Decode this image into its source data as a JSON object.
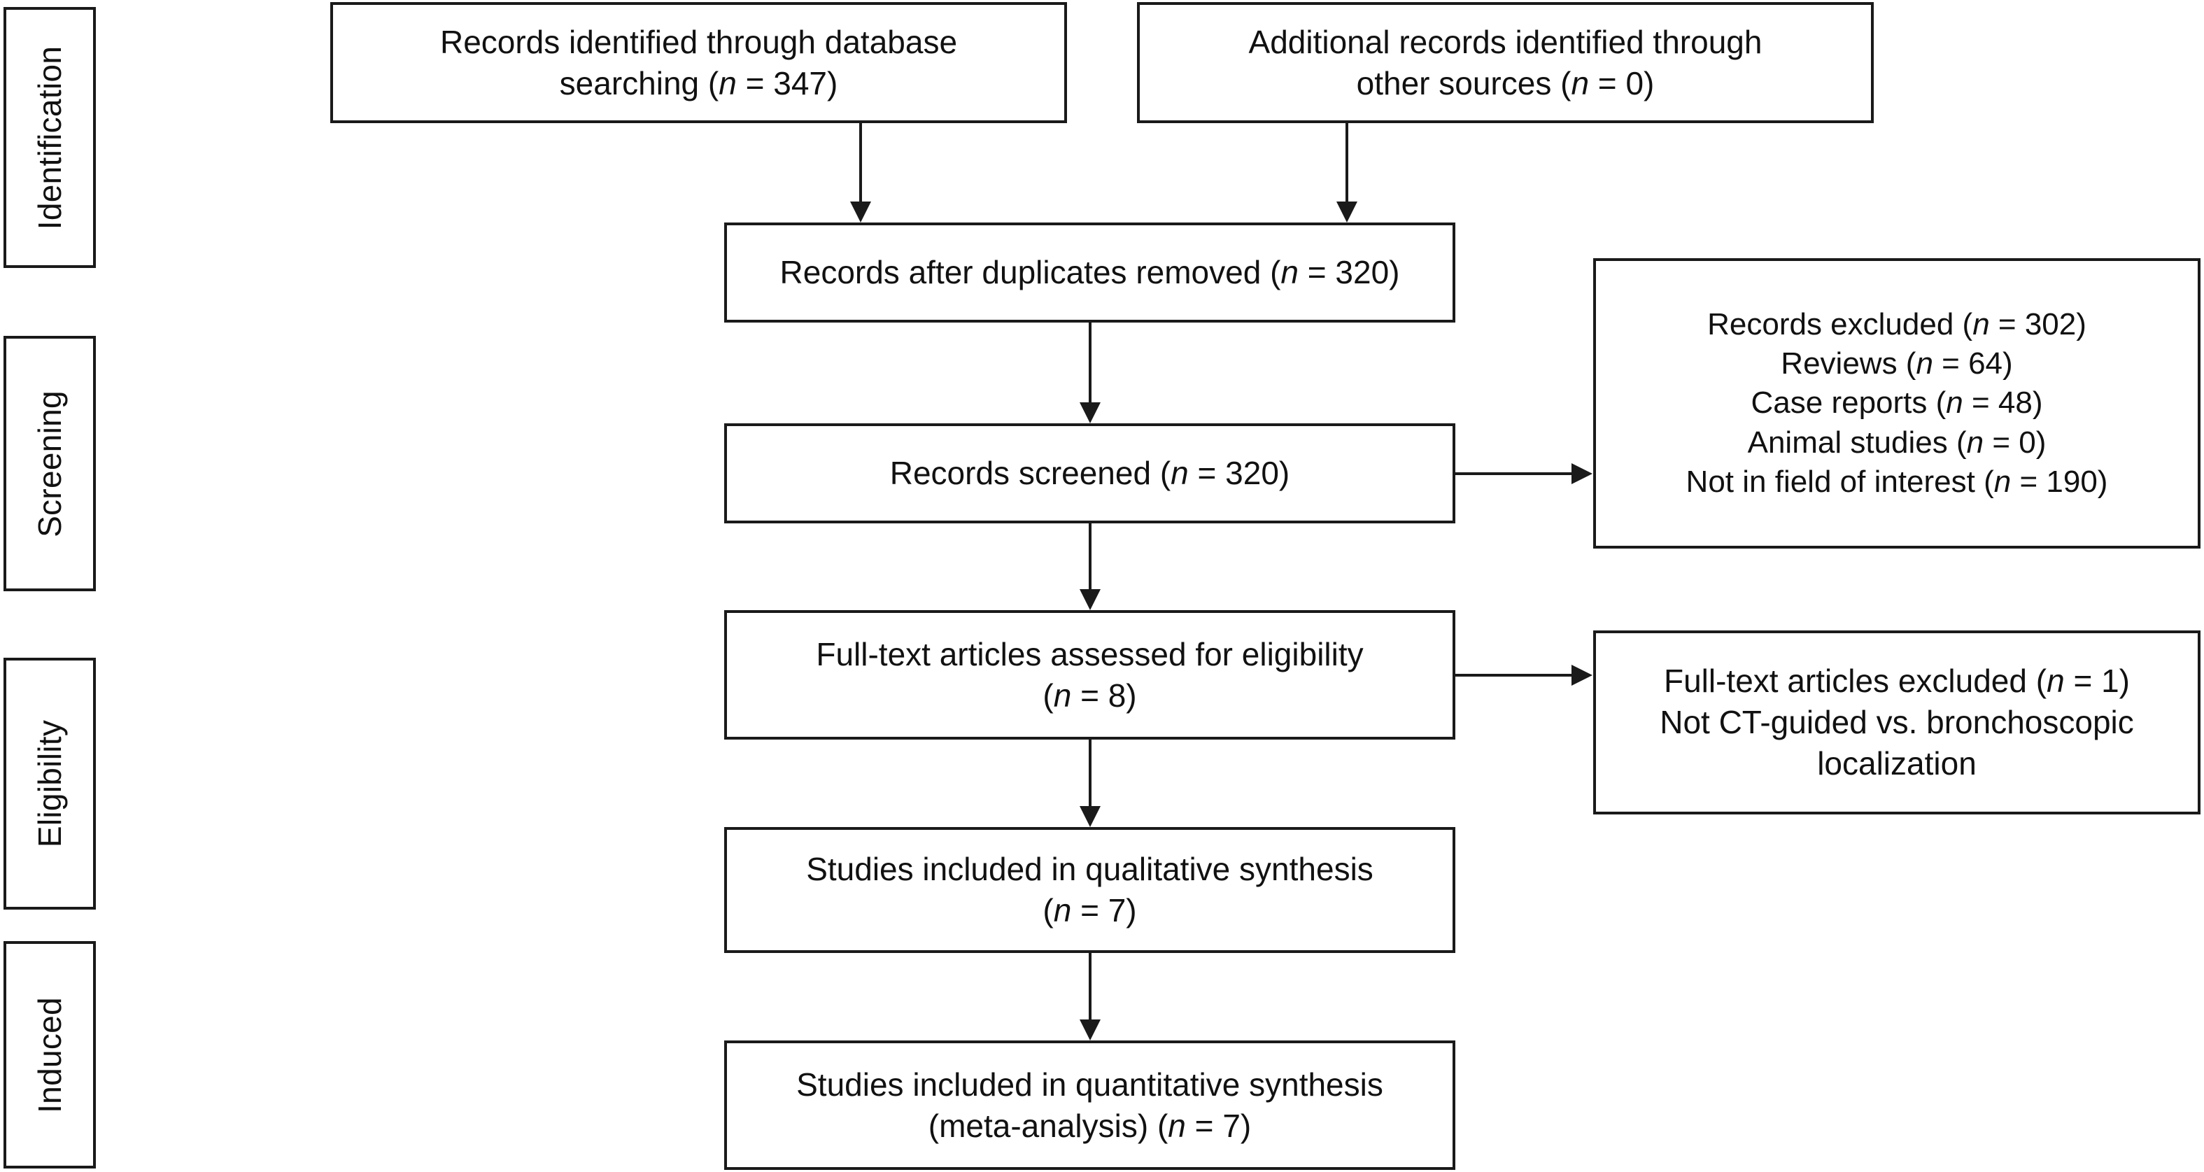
{
  "diagram": {
    "title": "PRISMA study selection flow diagram",
    "colors": {
      "stroke": "#1a1a1a",
      "background": "#ffffff",
      "text": "#111111"
    },
    "stages": [
      {
        "id": "identification",
        "label": "Identification"
      },
      {
        "id": "screening",
        "label": "Screening"
      },
      {
        "id": "eligibility",
        "label": "Eligibility"
      },
      {
        "id": "induced",
        "label": "Induced"
      }
    ],
    "nodes": {
      "database_search": {
        "line1": "Records identified through database",
        "line2_pre": "searching (",
        "line2_n": "n",
        "line2_post": " = 347)"
      },
      "other_sources": {
        "line1": "Additional records identified through",
        "line2_pre": "other sources (",
        "line2_n": "n",
        "line2_post": " = 0)"
      },
      "duplicates_removed": {
        "line1_pre": "Records after duplicates removed (",
        "line1_n": "n",
        "line1_post": " = 320)"
      },
      "records_screened": {
        "line1_pre": "Records screened (",
        "line1_n": "n",
        "line1_post": " = 320)"
      },
      "records_excluded": {
        "l1_pre": "Records excluded (",
        "l1_n": "n",
        "l1_post": " = 302)",
        "l2_pre": "Reviews (",
        "l2_n": "n",
        "l2_post": " = 64)",
        "l3_pre": "Case reports (",
        "l3_n": "n",
        "l3_post": " = 48)",
        "l4_pre": "Animal studies (",
        "l4_n": "n",
        "l4_post": " = 0)",
        "l5_pre": "Not in field of interest (",
        "l5_n": "n",
        "l5_post": " = 190)"
      },
      "fulltext_assessed": {
        "line1": "Full-text articles assessed for eligibility",
        "line2_pre": "(",
        "line2_n": "n",
        "line2_post": " = 8)"
      },
      "fulltext_excluded": {
        "l1_pre": "Full-text articles excluded (",
        "l1_n": "n",
        "l1_post": " = 1)",
        "l2": "Not CT-guided vs. bronchoscopic",
        "l3": "localization"
      },
      "qualitative_synthesis": {
        "line1": "Studies included in qualitative synthesis",
        "line2_pre": "(",
        "line2_n": "n",
        "line2_post": " = 7)"
      },
      "quantitative_synthesis": {
        "line1": "Studies included in quantitative synthesis",
        "line2_pre": "(meta-analysis) (",
        "line2_n": "n",
        "line2_post": " = 7)"
      }
    },
    "counts": {
      "database_search": 347,
      "other_sources": 0,
      "after_duplicates": 320,
      "screened": 320,
      "excluded_total": 302,
      "excluded_reviews": 64,
      "excluded_case_reports": 48,
      "excluded_animal_studies": 0,
      "excluded_not_in_field": 190,
      "fulltext_assessed": 8,
      "fulltext_excluded": 1,
      "qualitative": 7,
      "quantitative": 7
    }
  }
}
